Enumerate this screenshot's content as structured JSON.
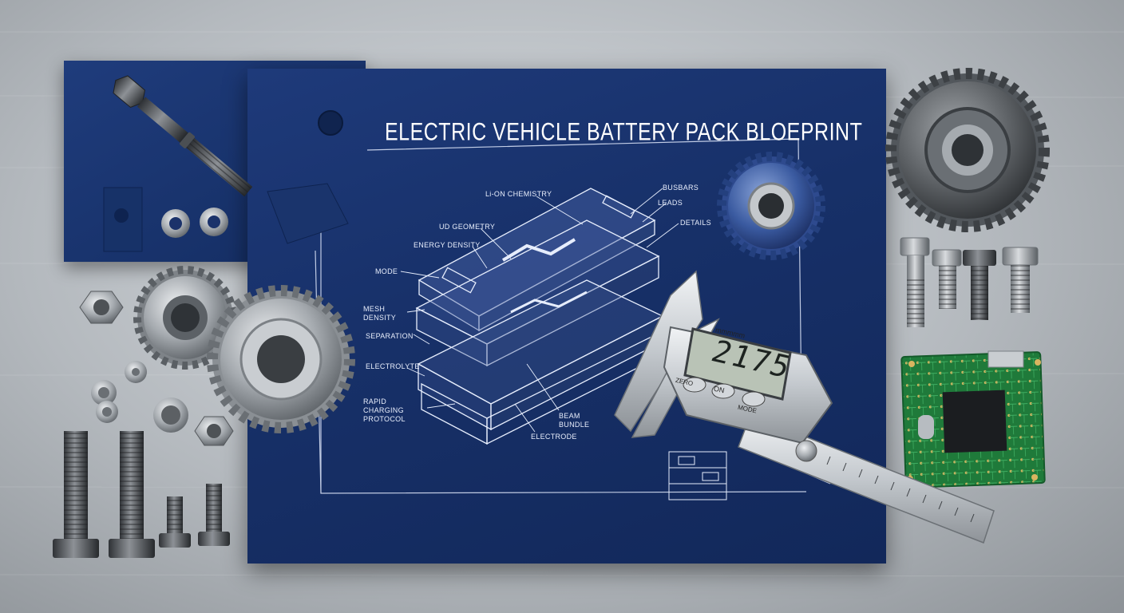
{
  "blueprint": {
    "title": "ELECTRIC VEHICLE BATTERY PACK BLOEPRINT",
    "labels": {
      "li_on_chemistry": "Li-ON CHEMISTRY",
      "ud_geometry": "UD GEOMETRY",
      "energy_density": "ENERGY DENSITY",
      "mode": "MODE",
      "mesh_density": "MESH DENSITY",
      "separation": "SEPARATION",
      "electrolyte": "ELECTROLYTE",
      "rapid_charging": "RAPID CHARGING PROTOCOL",
      "electrode": "ELECTRODE",
      "beam_bundle": "BEAM BUNDLE",
      "busbars": "BUSBARS",
      "leads": "LEADS",
      "details": "DETAILS"
    }
  },
  "caliper": {
    "brand": "mmmmm",
    "reading": "2175",
    "button_on": "ON",
    "button_zero": "ZERO",
    "button_mode": "MODE"
  },
  "colors": {
    "blueprint": "#173068",
    "background": "#b4b9be",
    "pcb": "#1f7a3a",
    "steel": "#a9aeb3"
  },
  "icons": [
    "gear-icon",
    "bolt-icon",
    "nut-icon",
    "washer-icon",
    "caliper-icon",
    "circuit-board-icon"
  ]
}
